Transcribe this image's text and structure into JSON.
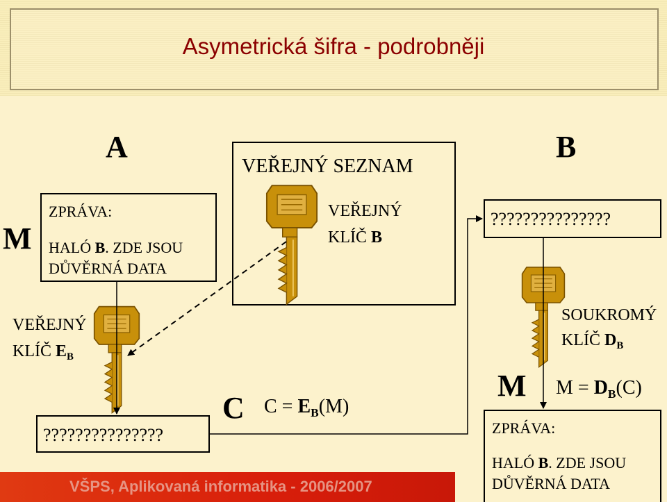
{
  "title": "Asymetrická šifra - podrobněji",
  "party_a": "A",
  "party_b": "B",
  "message_label_left": "M",
  "message_box": {
    "heading": "ZPRÁVA:",
    "line1_prefix": "HALÓ ",
    "line1_bold": "B",
    "line1_suffix": ". ZDE JSOU",
    "line2": "DŮVĚRNÁ DATA"
  },
  "public_directory": {
    "heading": "VEŘEJNÝ SEZNAM",
    "key_line1": "VEŘEJNÝ",
    "key_line2_prefix": "KLÍČ ",
    "key_line2_bold": "B"
  },
  "public_key_left": {
    "line1": "VEŘEJNÝ",
    "line2_prefix": "KLÍČ ",
    "symbol": "E",
    "subscript": "B"
  },
  "cipher_box_left": "???????????????",
  "cipher_box_right": "???????????????",
  "cipher_letter": "C",
  "encrypt_formula": {
    "prefix": "C = ",
    "symbol": "E",
    "subscript": "B",
    "suffix": "(M)"
  },
  "private_key": {
    "line1": "SOUKROMÝ",
    "line2_prefix": "KLÍČ ",
    "symbol": "D",
    "subscript": "B"
  },
  "message_label_right": "M",
  "decrypt_formula": {
    "prefix": "M = ",
    "symbol": "D",
    "subscript": "B",
    "suffix": "(C)"
  },
  "result_box": {
    "heading": "ZPRÁVA:",
    "line1_prefix": "HALÓ ",
    "line1_bold": "B",
    "line1_suffix": ". ZDE JSOU",
    "line2": "DŮVĚRNÁ DATA"
  },
  "footer": "VŠPS, Aplikovaná informatika - 2006/2007",
  "colors": {
    "title": "#8b0000",
    "background": "#fcf2cc",
    "key_gold": "#c8900a",
    "footer_band": "#d81e0a"
  }
}
